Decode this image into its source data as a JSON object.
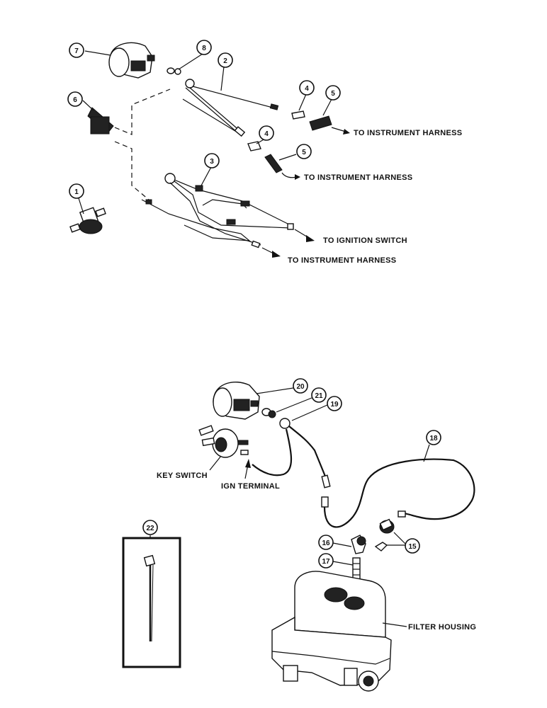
{
  "callouts": {
    "c1": "1",
    "c2": "2",
    "c3": "3",
    "c4a": "4",
    "c4b": "4",
    "c5a": "5",
    "c5b": "5",
    "c6": "6",
    "c7": "7",
    "c8": "8",
    "c15": "15",
    "c16": "16",
    "c17": "17",
    "c18": "18",
    "c19": "19",
    "c20": "20",
    "c21": "21",
    "c22": "22"
  },
  "labels": {
    "to_instrument_harness_1": "TO INSTRUMENT HARNESS",
    "to_instrument_harness_2": "TO INSTRUMENT HARNESS",
    "to_ignition_switch": "TO IGNITION SWITCH",
    "to_instrument_harness_3": "TO INSTRUMENT HARNESS",
    "key_switch": "KEY SWITCH",
    "ign_terminal": "IGN TERMINAL",
    "filter_housing": "FILTER HOUSING"
  },
  "colors": {
    "ink": "#111111",
    "paper": "#ffffff"
  }
}
